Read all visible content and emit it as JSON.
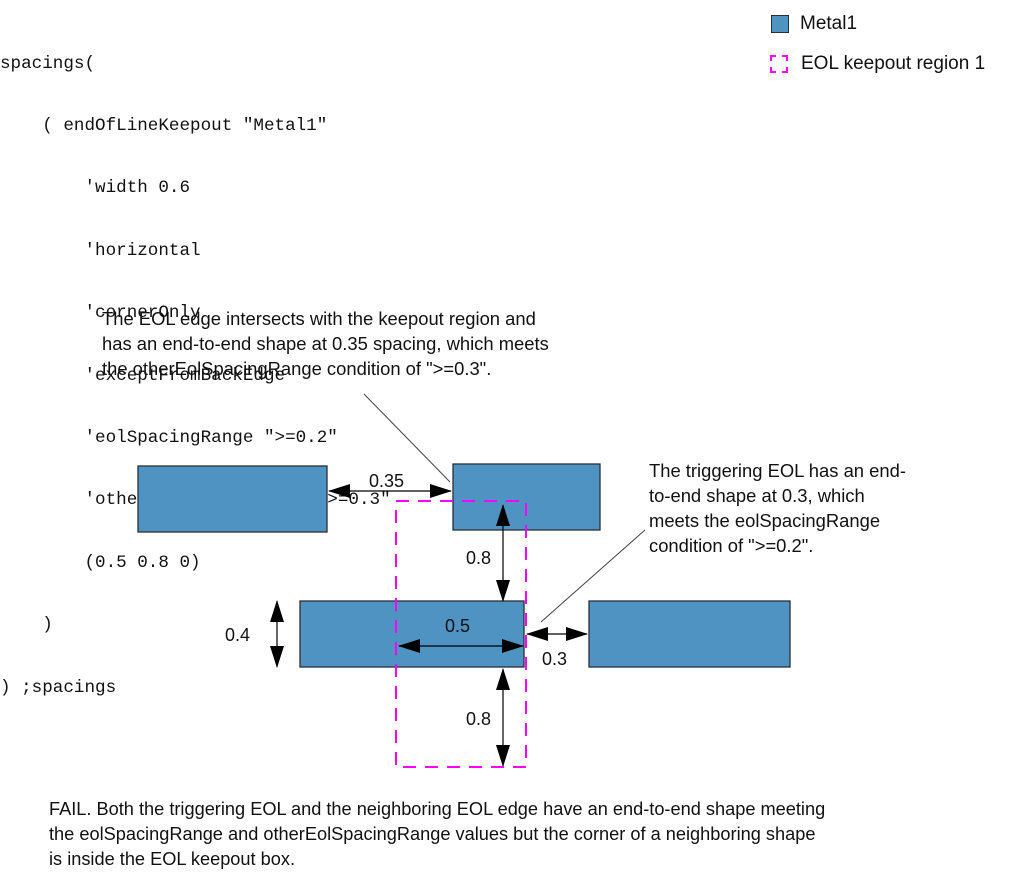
{
  "code": {
    "lines": [
      "spacings(",
      "    ( endOfLineKeepout \"Metal1\"",
      "        'width 0.6",
      "        'horizontal",
      "        'cornerOnly",
      "        'exceptFromBackEdge",
      "        'eolSpacingRange \">=0.2\"",
      "        'otherEolSpacingRange \">=0.3\"",
      "        (0.5 0.8 0)",
      "    )",
      ") ;spacings"
    ]
  },
  "legend": {
    "items": [
      {
        "label": "Metal1",
        "kind": "metal-swatch",
        "color": "#4f93c2"
      },
      {
        "label": "EOL keepout region 1",
        "kind": "keepout-swatch",
        "color": "#ff00ff"
      }
    ]
  },
  "notes": {
    "other_eol": "The EOL edge intersects with the keepout region and\nhas an end-to-end shape at 0.35 spacing, which meets\nthe otherEolSpacingRange condition of \">=0.3\".",
    "triggering_eol": "The triggering EOL has an end-\nto-end shape at 0.3, which\nmeets the eolSpacingRange\ncondition of \">=0.2\"."
  },
  "dimensions": {
    "top_gap": "0.35",
    "keepout_forward_top": "0.8",
    "width": "0.4",
    "keepout_backward": "0.5",
    "eol_gap": "0.3",
    "keepout_forward_bottom": "0.8"
  },
  "colors": {
    "metal_fill": "#4f93c2",
    "metal_stroke": "#2a2f36",
    "keepout": "#ff00ff"
  },
  "caption": "FAIL. Both the triggering EOL and the neighboring EOL edge have an end-to-end shape meeting\nthe eolSpacingRange and otherEolSpacingRange values but the corner of a neighboring shape\nis inside the EOL keepout box."
}
